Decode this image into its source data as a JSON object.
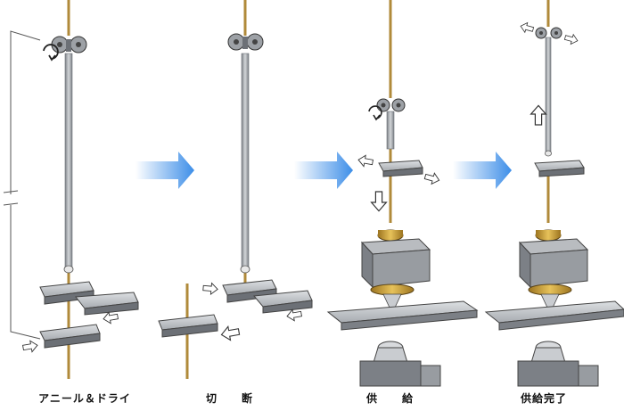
{
  "steps": [
    {
      "label": "アニール＆ドライ"
    },
    {
      "label": "切　断"
    },
    {
      "label": "供　給"
    },
    {
      "label": "供給完了"
    }
  ],
  "colors": {
    "wire": "#b08a3a",
    "rod": "#a9adb3",
    "part_top": "#8c8f94",
    "part_side": "#5f6368",
    "arrow_blue": "#3d8ee8",
    "outline": "#333333"
  },
  "icons": [
    "roller-icon",
    "rotation-icon",
    "flow-arrow-icon",
    "move-arrow-icon",
    "power-symbol-icon"
  ]
}
